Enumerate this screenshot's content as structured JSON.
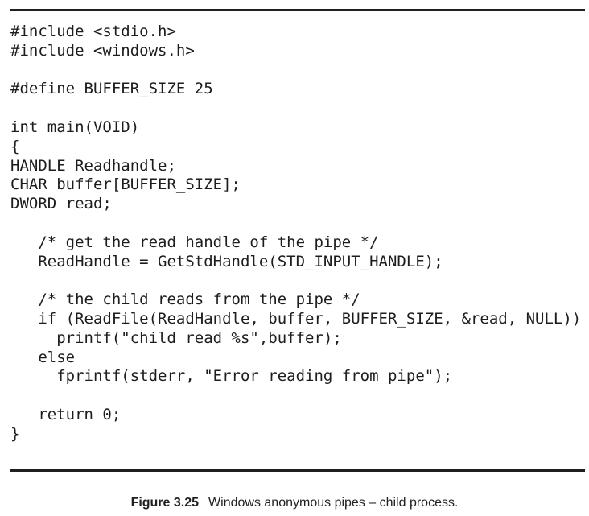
{
  "figure": {
    "colors": {
      "background": "#ffffff",
      "text": "#1d1d1b",
      "rule": "#231f20"
    },
    "code_lines": [
      "#include <stdio.h>",
      "#include <windows.h>",
      "",
      "#define BUFFER_SIZE 25",
      "",
      "int main(VOID)",
      "{",
      "HANDLE Readhandle;",
      "CHAR buffer[BUFFER_SIZE];",
      "DWORD read;",
      "",
      "   /* get the read handle of the pipe */",
      "   ReadHandle = GetStdHandle(STD_INPUT_HANDLE);",
      "",
      "   /* the child reads from the pipe */",
      "   if (ReadFile(ReadHandle, buffer, BUFFER_SIZE, &read, NULL))",
      "     printf(\"child read %s\",buffer);",
      "   else",
      "     fprintf(stderr, \"Error reading from pipe\");",
      "",
      "   return 0;",
      "}"
    ],
    "caption": {
      "label": "Figure 3.25",
      "text": "Windows anonymous pipes – child process."
    }
  }
}
